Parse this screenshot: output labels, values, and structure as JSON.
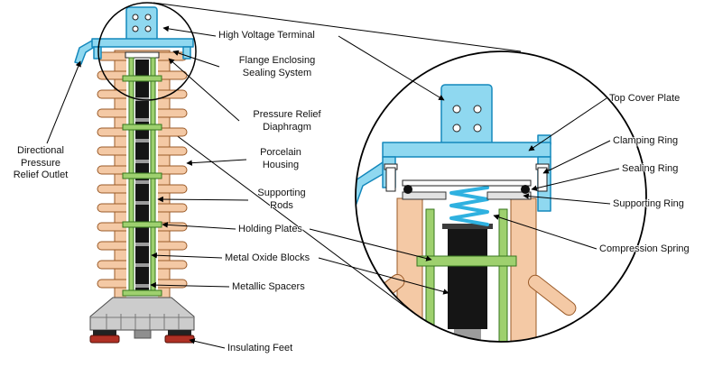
{
  "colors": {
    "blue_fill": "#8FD8F0",
    "blue_stroke": "#1488BC",
    "spring_blue": "#2FB1E0",
    "porcelain_fill": "#F4C9A5",
    "porcelain_stroke": "#9A5A28",
    "green_fill": "#9ED06E",
    "green_stroke": "#37761F",
    "block_fill": "#151515",
    "spacer_fill": "#9C9C9C",
    "base_fill": "#CCCCCC",
    "foot_red": "#B03024"
  },
  "labels": {
    "high_voltage_terminal": "High Voltage Terminal",
    "flange_enclosing_sealing_system": "Flange Enclosing\nSealing System",
    "pressure_relief_diaphragm": "Pressure Relief\nDiaphragm",
    "porcelain_housing": "Porcelain\nHousing",
    "supporting_rods": "Supporting\nRods",
    "holding_plates": "Holding Plates",
    "metal_oxide_blocks": "Metal Oxide Blocks",
    "metallic_spacers": "Metallic Spacers",
    "insulating_feet": "Insulating Feet",
    "directional_pressure_relief_outlet": "Directional\nPressure\nRelief Outlet",
    "top_cover_plate": "Top Cover Plate",
    "clamping_ring": "Clamping Ring",
    "sealing_ring": "Sealing Ring",
    "supporting_ring": "Supporting Ring",
    "compression_spring": "Compression Spring"
  }
}
